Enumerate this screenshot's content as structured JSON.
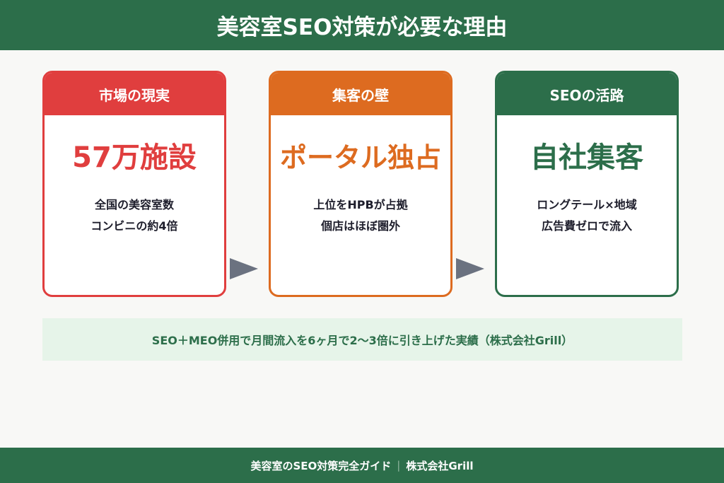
{
  "header": {
    "title": "美容室SEO対策が必要な理由"
  },
  "colors": {
    "green": "#2c6e4a",
    "red": "#e03e3e",
    "orange": "#dd6b20",
    "arrow": "#6b7280",
    "note_bg": "#e6f4e9"
  },
  "cards": [
    {
      "label": "市場の現実",
      "stat": "57万施設",
      "desc_line1": "全国の美容室数",
      "desc_line2": "コンビニの約4倍",
      "color": "#e03e3e"
    },
    {
      "label": "集客の壁",
      "stat": "ポータル独占",
      "desc_line1": "上位をHPBが占拠",
      "desc_line2": "個店はほぼ圏外",
      "color": "#dd6b20"
    },
    {
      "label": "SEOの活路",
      "stat": "自社集客",
      "desc_line1": "ロングテール×地域",
      "desc_line2": "広告費ゼロで流入",
      "color": "#2c6e4a"
    }
  ],
  "arrows": [
    "arrow-right-icon",
    "arrow-right-icon"
  ],
  "note": {
    "text": "SEO＋MEO併用で月間流入を6ヶ月で2〜3倍に引き上げた実績（株式会社Grill）"
  },
  "footer": {
    "left": "美容室のSEO対策完全ガイド",
    "separator": "|",
    "right": "株式会社Grill"
  }
}
